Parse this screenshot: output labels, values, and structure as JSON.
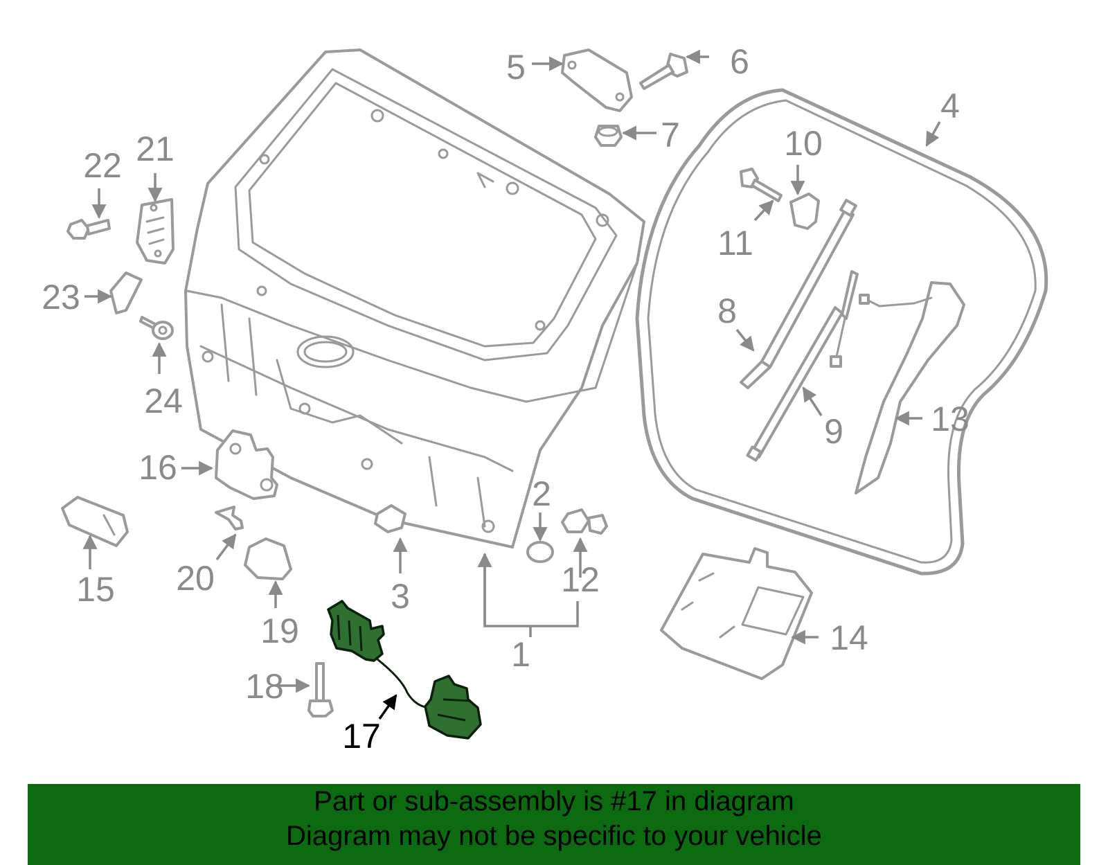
{
  "diagram": {
    "highlight_color": "#2f6f2f",
    "banner_color": "#0c6b10",
    "labels": {
      "p1": "1",
      "p2": "2",
      "p3": "3",
      "p4": "4",
      "p5": "5",
      "p6": "6",
      "p7": "7",
      "p8": "8",
      "p9": "9",
      "p10": "10",
      "p11": "11",
      "p12": "12",
      "p13": "13",
      "p14": "14",
      "p15": "15",
      "p16": "16",
      "p17": "17",
      "p18": "18",
      "p19": "19",
      "p20": "20",
      "p21": "21",
      "p22": "22",
      "p23": "23",
      "p24": "24"
    }
  },
  "banner": {
    "line1": "Part or sub-assembly is #17 in diagram",
    "line2": "Diagram may not be specific to your vehicle"
  }
}
